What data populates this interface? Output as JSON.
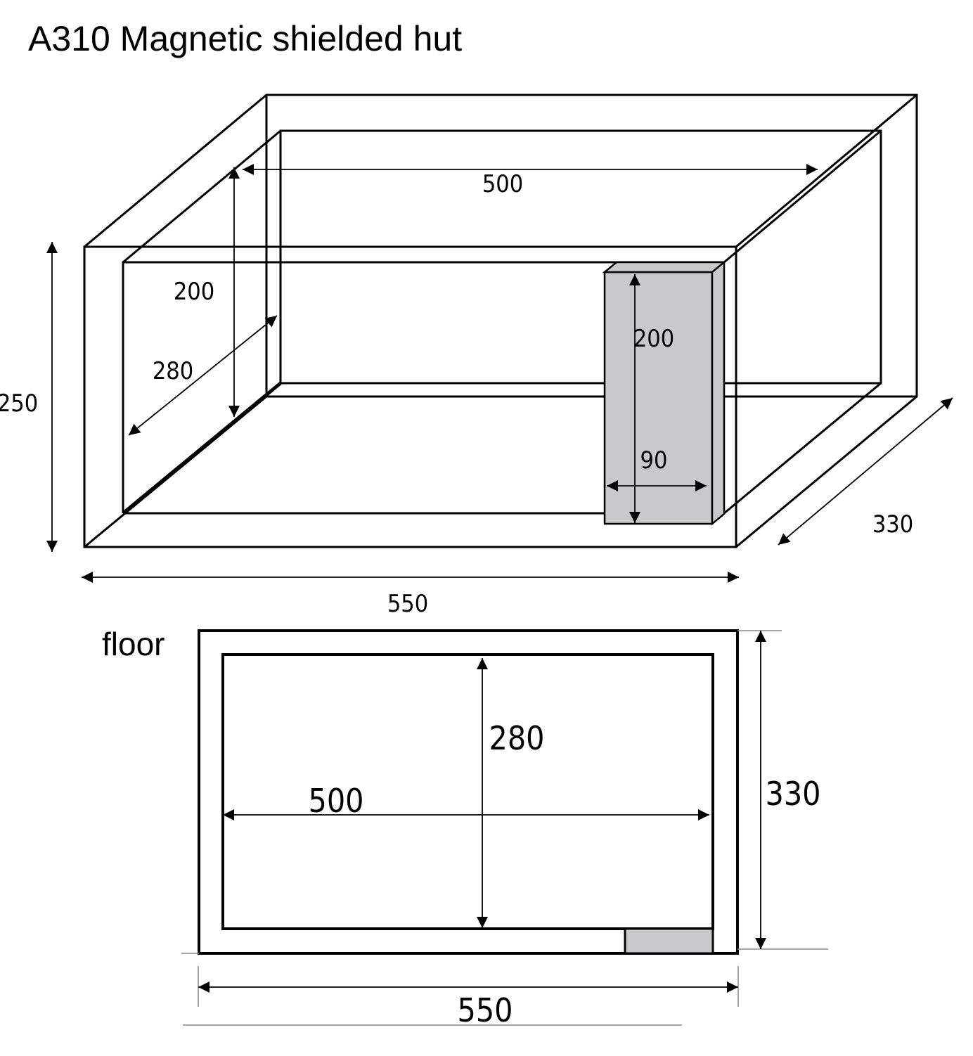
{
  "title": "A310 Magnetic shielded hut",
  "isometric_view": {
    "interior_width": "500",
    "interior_height": "200",
    "interior_depth": "280",
    "exterior_height": "250",
    "exterior_width": "550",
    "exterior_depth": "330",
    "fixture_height": "200",
    "fixture_width": "90"
  },
  "floor_view": {
    "label": "floor",
    "interior_width": "500",
    "interior_depth": "280",
    "exterior_depth": "330",
    "exterior_width": "550"
  },
  "colors": {
    "line": "#000000",
    "fixture_fill": "#c8c9cb",
    "background": "#ffffff"
  }
}
